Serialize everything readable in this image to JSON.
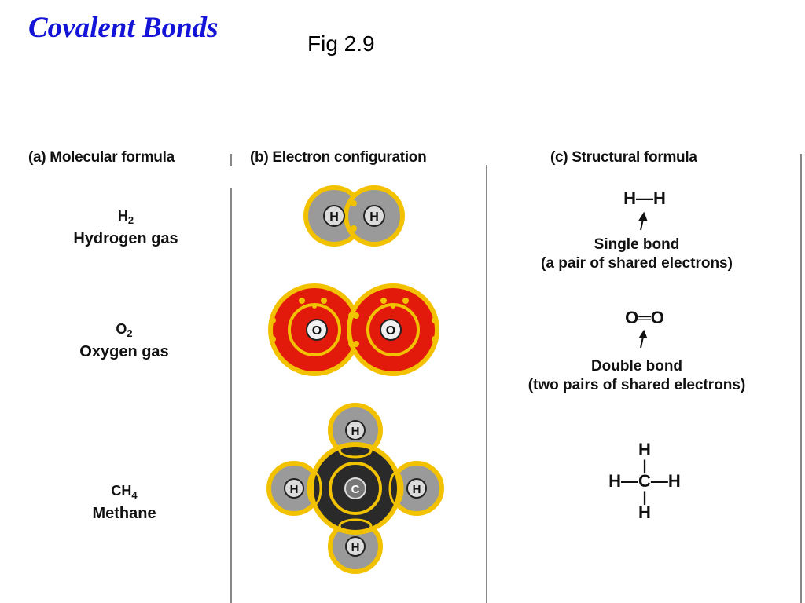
{
  "header": {
    "title": "Covalent Bonds",
    "fig": "Fig 2.9"
  },
  "columns": {
    "a": "(a)  Molecular formula",
    "b": "(b)  Electron configuration",
    "c": "(c)  Structural formula"
  },
  "molecules": [
    {
      "formula_main": "H",
      "formula_sub": "2",
      "name": "Hydrogen gas",
      "structure": "H—H",
      "bond_label": "Single bond",
      "bond_note": "(a pair of shared electrons)"
    },
    {
      "formula_main": "O",
      "formula_sub": "2",
      "name": "Oxygen gas",
      "structure": "O═O",
      "bond_label": "Double bond",
      "bond_note": "(two pairs of shared electrons)"
    },
    {
      "formula_main": "CH",
      "formula_sub": "4",
      "name": "Methane",
      "struct_top": "H",
      "struct_mid": "H—C—H",
      "struct_bot": "H"
    }
  ],
  "atoms": {
    "h": "H",
    "o": "O",
    "c": "C"
  },
  "colors": {
    "title": "#1414d8",
    "ring": "#f2c200",
    "hydrogen": "#9a9a9a",
    "oxygen": "#e11a0c",
    "carbon": "#2a2a2a"
  }
}
